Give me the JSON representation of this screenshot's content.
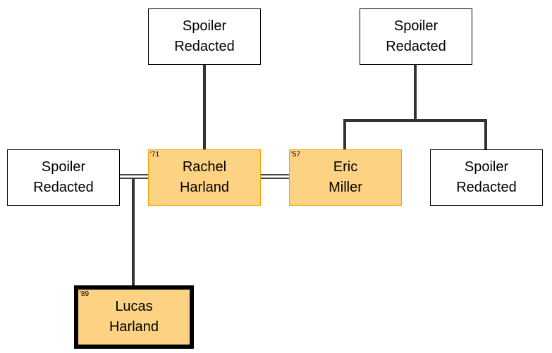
{
  "people": {
    "top_left": {
      "first": "Spoiler",
      "last": "Redacted"
    },
    "top_right": {
      "first": "Spoiler",
      "last": "Redacted"
    },
    "left": {
      "first": "Spoiler",
      "last": "Redacted"
    },
    "rachel": {
      "year": "'71",
      "first": "Rachel",
      "last": "Harland"
    },
    "eric": {
      "year": "'57",
      "first": "Eric",
      "last": "Miller"
    },
    "right": {
      "first": "Spoiler",
      "last": "Redacted"
    },
    "lucas": {
      "year": "'89",
      "first": "Lucas",
      "last": "Harland"
    }
  },
  "colors": {
    "highlight_fill": "#fdd283",
    "highlight_border": "#f5a200",
    "line": "#333333"
  }
}
